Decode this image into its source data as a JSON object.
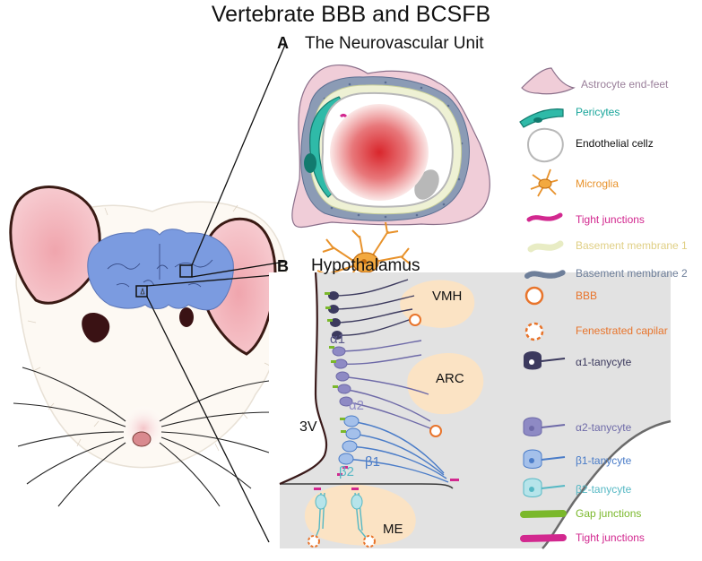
{
  "title": "Vertebrate BBB and BCSFB",
  "panel_a": {
    "letter": "A",
    "title": "The Neurovascular Unit"
  },
  "panel_b": {
    "letter": "B",
    "title": "Hypothalamus"
  },
  "legend_a": [
    {
      "label": "Astrocyte end-feet",
      "color": "#9a7f9a",
      "icon": "astrocyte-endfoot-icon"
    },
    {
      "label": "Pericytes",
      "color": "#1aa69b",
      "icon": "pericyte-icon"
    },
    {
      "label": "Endothelial cellz",
      "color": "#111111",
      "icon": "endothelial-cell-icon"
    },
    {
      "label": "Microglia",
      "color": "#e8922b",
      "icon": "microglia-icon"
    },
    {
      "label": "Tight junctions",
      "color": "#d2288f",
      "icon": "tight-junction-icon"
    },
    {
      "label": "Basement membrane 1",
      "color": "#e8dc9a",
      "icon": "basement-membrane-1-icon"
    },
    {
      "label": "Basement membrane 2",
      "color": "#6e7f9a",
      "icon": "basement-membrane-2-icon"
    }
  ],
  "legend_b": [
    {
      "label": "BBB",
      "color": "#e8742b",
      "icon": "bbb-capillary-icon"
    },
    {
      "label": "Fenestrated capilar",
      "color": "#e8742b",
      "icon": "fenestrated-capillary-icon"
    },
    {
      "label": "α1-tanycyte",
      "color": "#3c3a5e",
      "icon": "alpha1-tanycyte-icon"
    },
    {
      "label": "α2-tanycyte",
      "color": "#6e6aa8",
      "icon": "alpha2-tanycyte-icon"
    },
    {
      "label": "β1-tanycyte",
      "color": "#4a7cc8",
      "icon": "beta1-tanycyte-icon"
    },
    {
      "label": "β2-tanycyte",
      "color": "#55b8c4",
      "icon": "beta2-tanycyte-icon"
    },
    {
      "label": "Gap junctions",
      "color": "#7ab82b",
      "icon": "gap-junction-icon"
    },
    {
      "label": "Tight junctions",
      "color": "#d2288f",
      "icon": "tight-junction-icon"
    }
  ],
  "hypothalamus_labels": {
    "vmh": "VMH",
    "arc": "ARC",
    "me": "ME",
    "third_ventricle": "3V",
    "alpha1": "α1",
    "alpha2": "α2",
    "beta1": "β1",
    "beta2": "β2"
  },
  "colors": {
    "brain": "#7b9be0",
    "ear": "#f2b8c0",
    "nucleus_fill": "#fbe3c4",
    "hypothalamus_bg": "#e2e2e2"
  }
}
